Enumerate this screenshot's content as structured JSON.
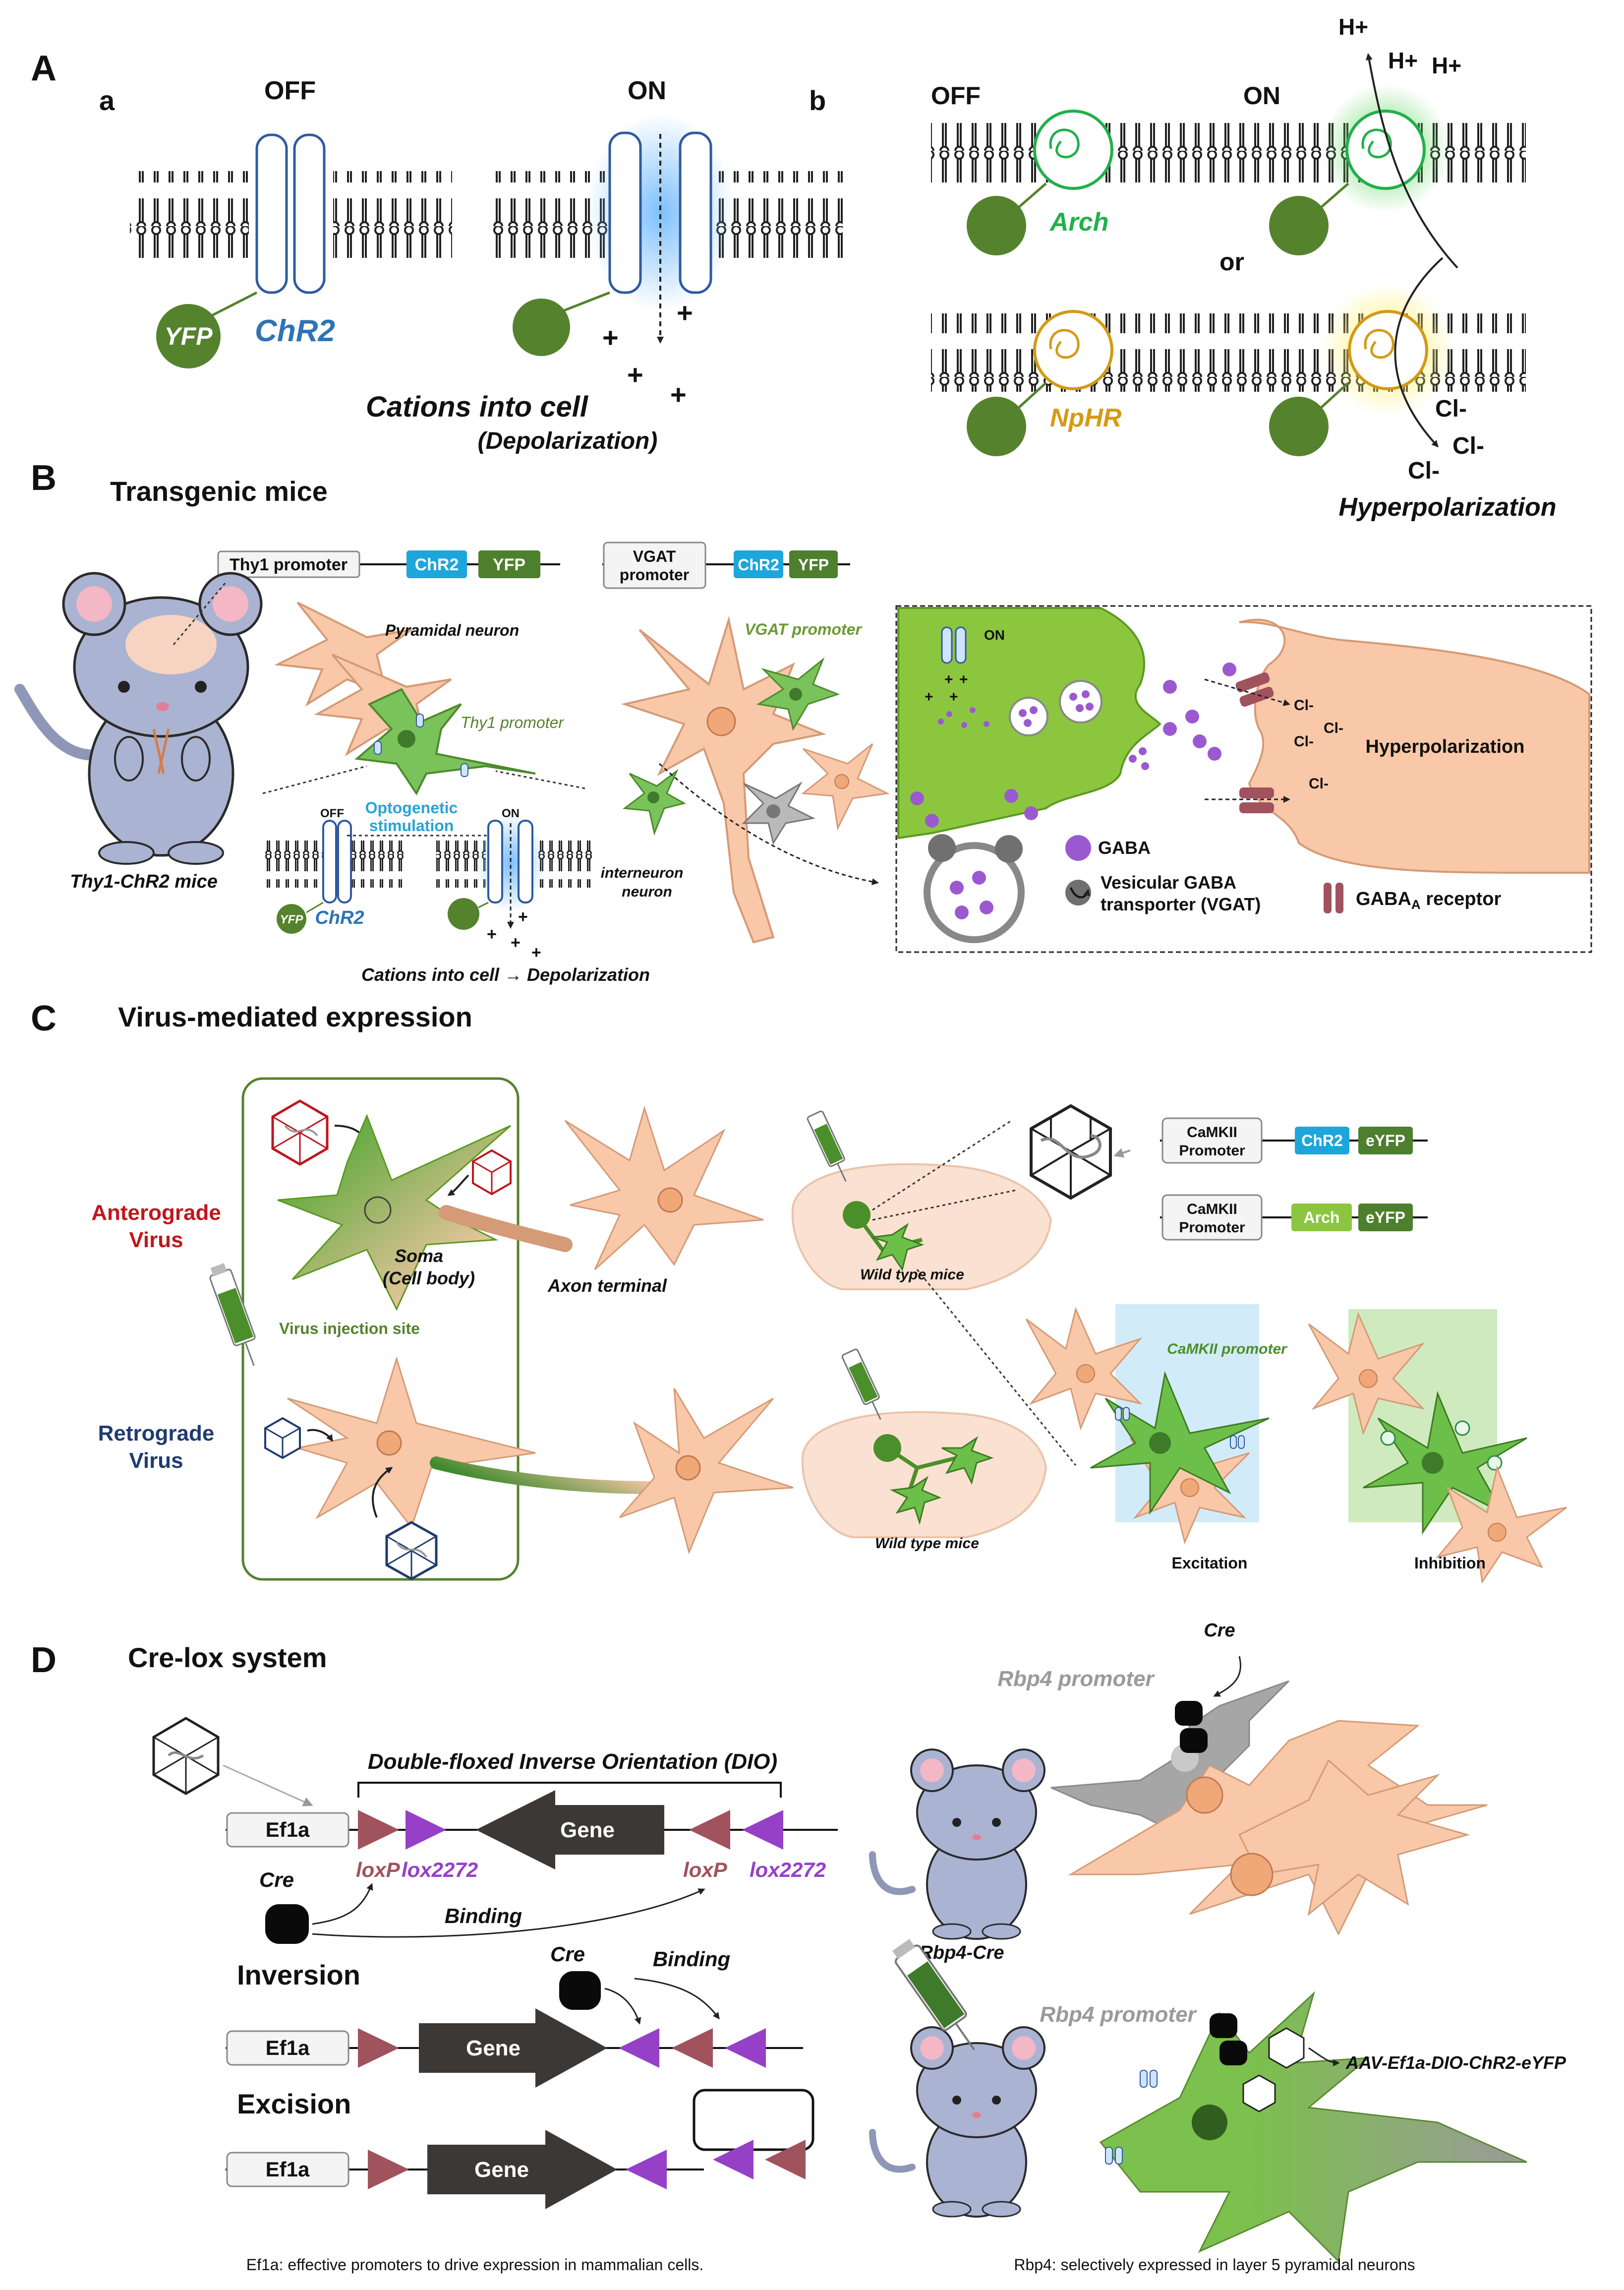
{
  "colors": {
    "neuron_peach": "#f8c8a8",
    "neuron_edge": "#d59a76",
    "yfp_green": "#55822d",
    "chr2_blue": "#2e74b5",
    "arch_green": "#21b04b",
    "nphr_gold": "#d49a14",
    "gaba_purple": "#9b59d0",
    "anterograde_red": "#c0161d",
    "retrograde_navy": "#1f3b70",
    "lox_p": "#a0525d",
    "lox_2272": "#9640c8",
    "gene_dark": "#3c3836"
  },
  "panelA": {
    "label": "A",
    "sub_a": "a",
    "sub_b": "b",
    "off": "OFF",
    "on": "ON",
    "yfp": "YFP",
    "chr2": "ChR2",
    "plus": "+",
    "cations": "Cations into cell",
    "depolarization": "(Depolarization)",
    "b_off": "OFF",
    "b_on": "ON",
    "arch": "Arch",
    "or": "or",
    "nphr": "NpHR",
    "hplus": "H+",
    "cl": "Cl-",
    "hyperpolarization": "Hyperpolarization"
  },
  "panelB": {
    "label": "B",
    "title": "Transgenic mice",
    "construct1": [
      "Thy1 promoter",
      "ChR2",
      "YFP"
    ],
    "construct2_promoter_line1": "VGAT",
    "construct2_promoter_line2": "promoter",
    "construct2": [
      "ChR2",
      "YFP"
    ],
    "pyramidal": "Pyramidal neuron",
    "thy1_promoter": "Thy1 promoter",
    "mice": "Thy1-ChR2 mice",
    "off": "OFF",
    "on": "ON",
    "optogenetic_line1": "Optogenetic",
    "optogenetic_line2": "stimulation",
    "yfp": "YFP",
    "chr2": "ChR2",
    "plus": "+",
    "cations_depol": "Cations into cell → Depolarization",
    "vgat_promoter": "VGAT promoter",
    "interneuron_line1": "interneuron",
    "interneuron_line2": "neuron",
    "synapse_on": "ON",
    "cl": "Cl-",
    "hyperpolarization": "Hyperpolarization",
    "gaba": "GABA",
    "vgat_line1": "Vesicular GABA",
    "vgat_line2": "transporter (VGAT)",
    "gabaa_receptor": "GABA",
    "gabaa_sub": "A",
    "gabaa_suffix": " receptor"
  },
  "panelC": {
    "label": "C",
    "title": "Virus-mediated expression",
    "anterograde_line1": "Anterograde",
    "anterograde_line2": "Virus",
    "retrograde_line1": "Retrograde",
    "retrograde_line2": "Virus",
    "soma_line1": "Soma",
    "soma_line2": "(Cell body)",
    "axon_terminal": "Axon terminal",
    "injection_site": "Virus injection site",
    "wild_type_1": "Wild type mice",
    "wild_type_2": "Wild type mice",
    "construct1_promoter_line1": "CaMKII",
    "construct1_promoter_line2": "Promoter",
    "construct1": [
      "ChR2",
      "eYFP"
    ],
    "construct2_promoter_line1": "CaMKII",
    "construct2_promoter_line2": "Promoter",
    "construct2": [
      "Arch",
      "eYFP"
    ],
    "camkii_promoter": "CaMKII promoter",
    "excitation": "Excitation",
    "inhibition": "Inhibition"
  },
  "panelD": {
    "label": "D",
    "title": "Cre-lox system",
    "dio": "Double-floxed Inverse Orientation (DIO)",
    "ef1a": "Ef1a",
    "gene": "Gene",
    "loxp": "loxP",
    "lox2272": "lox2272",
    "cre": "Cre",
    "binding": "Binding",
    "inversion": "Inversion",
    "excision": "Excision",
    "rbp4_promoter": "Rbp4 promoter",
    "rbp4_cre": "Rbp4-Cre",
    "aav": "AAV-Ef1a-DIO-ChR2-eYFP",
    "footnote_left": "Ef1a: effective promoters to drive expression in mammalian cells.",
    "footnote_right": "Rbp4: selectively expressed in layer 5 pyramidal neurons"
  }
}
